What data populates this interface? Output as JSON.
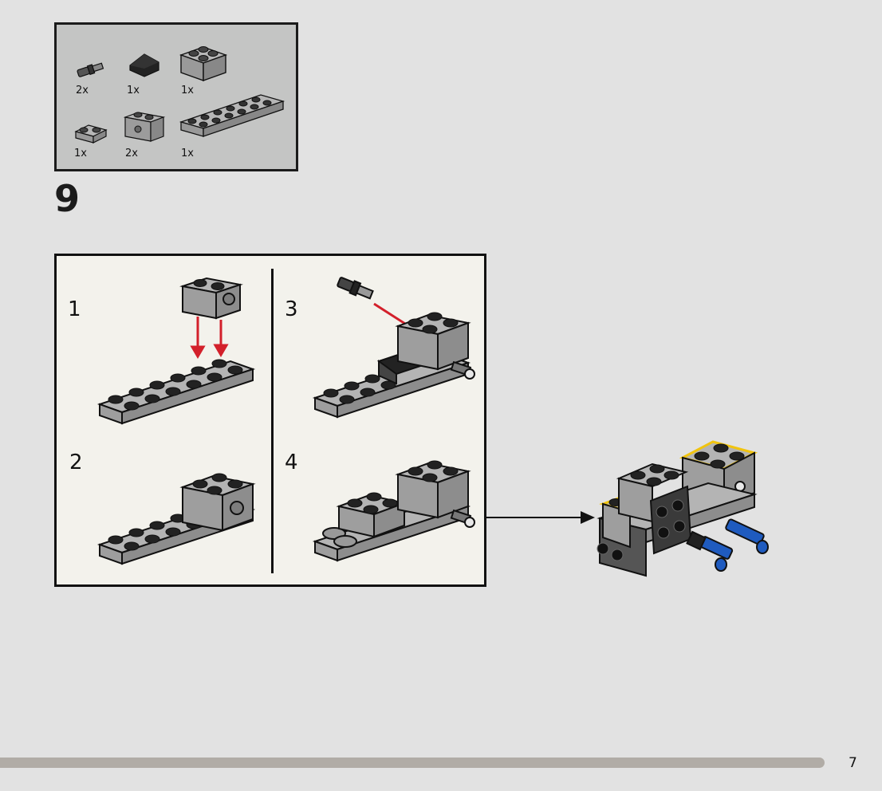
{
  "parts_list": {
    "items": [
      {
        "name": "pin-with-axle",
        "qty": "2x"
      },
      {
        "name": "slope-black",
        "qty": "1x"
      },
      {
        "name": "brick-2x2",
        "qty": "1x"
      },
      {
        "name": "jumper-plate",
        "qty": "1x"
      },
      {
        "name": "technic-brick-1x2-hole",
        "qty": "2x"
      },
      {
        "name": "plate-2x6",
        "qty": "1x"
      }
    ]
  },
  "step": {
    "number": "9"
  },
  "sub_steps": [
    {
      "number": "1"
    },
    {
      "number": "2"
    },
    {
      "number": "3"
    },
    {
      "number": "4"
    }
  ],
  "colors": {
    "background": "#e2e2e2",
    "parts_panel": "#c4c5c4",
    "substep_panel": "#f3f2ec",
    "brick_gray": "#a8a8a8",
    "arrow_red": "#d3202b",
    "pin_blue": "#1f5bbf",
    "highlight_yellow": "#f1c40f"
  },
  "page": {
    "number": "7"
  }
}
